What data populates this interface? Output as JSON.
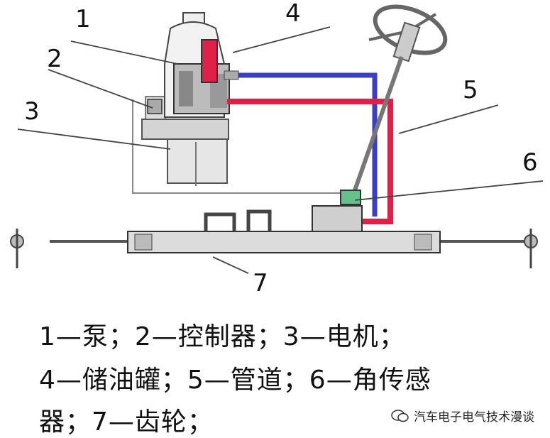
{
  "labels": {
    "n1": "1",
    "n2": "2",
    "n3": "3",
    "n4": "4",
    "n5": "5",
    "n6": "6",
    "n7": "7"
  },
  "caption": {
    "line1": "1—泵；2—控制器；3—电机；",
    "line2": "4—储油罐；5—管道；6—角传感",
    "line3": "器；7—齿轮；"
  },
  "watermark": {
    "text": "汽车电子电气技术漫谈"
  },
  "colors": {
    "return_line": "#3b3fc4",
    "pressure_line": "#e1204a",
    "sensor": "#66c28a"
  }
}
